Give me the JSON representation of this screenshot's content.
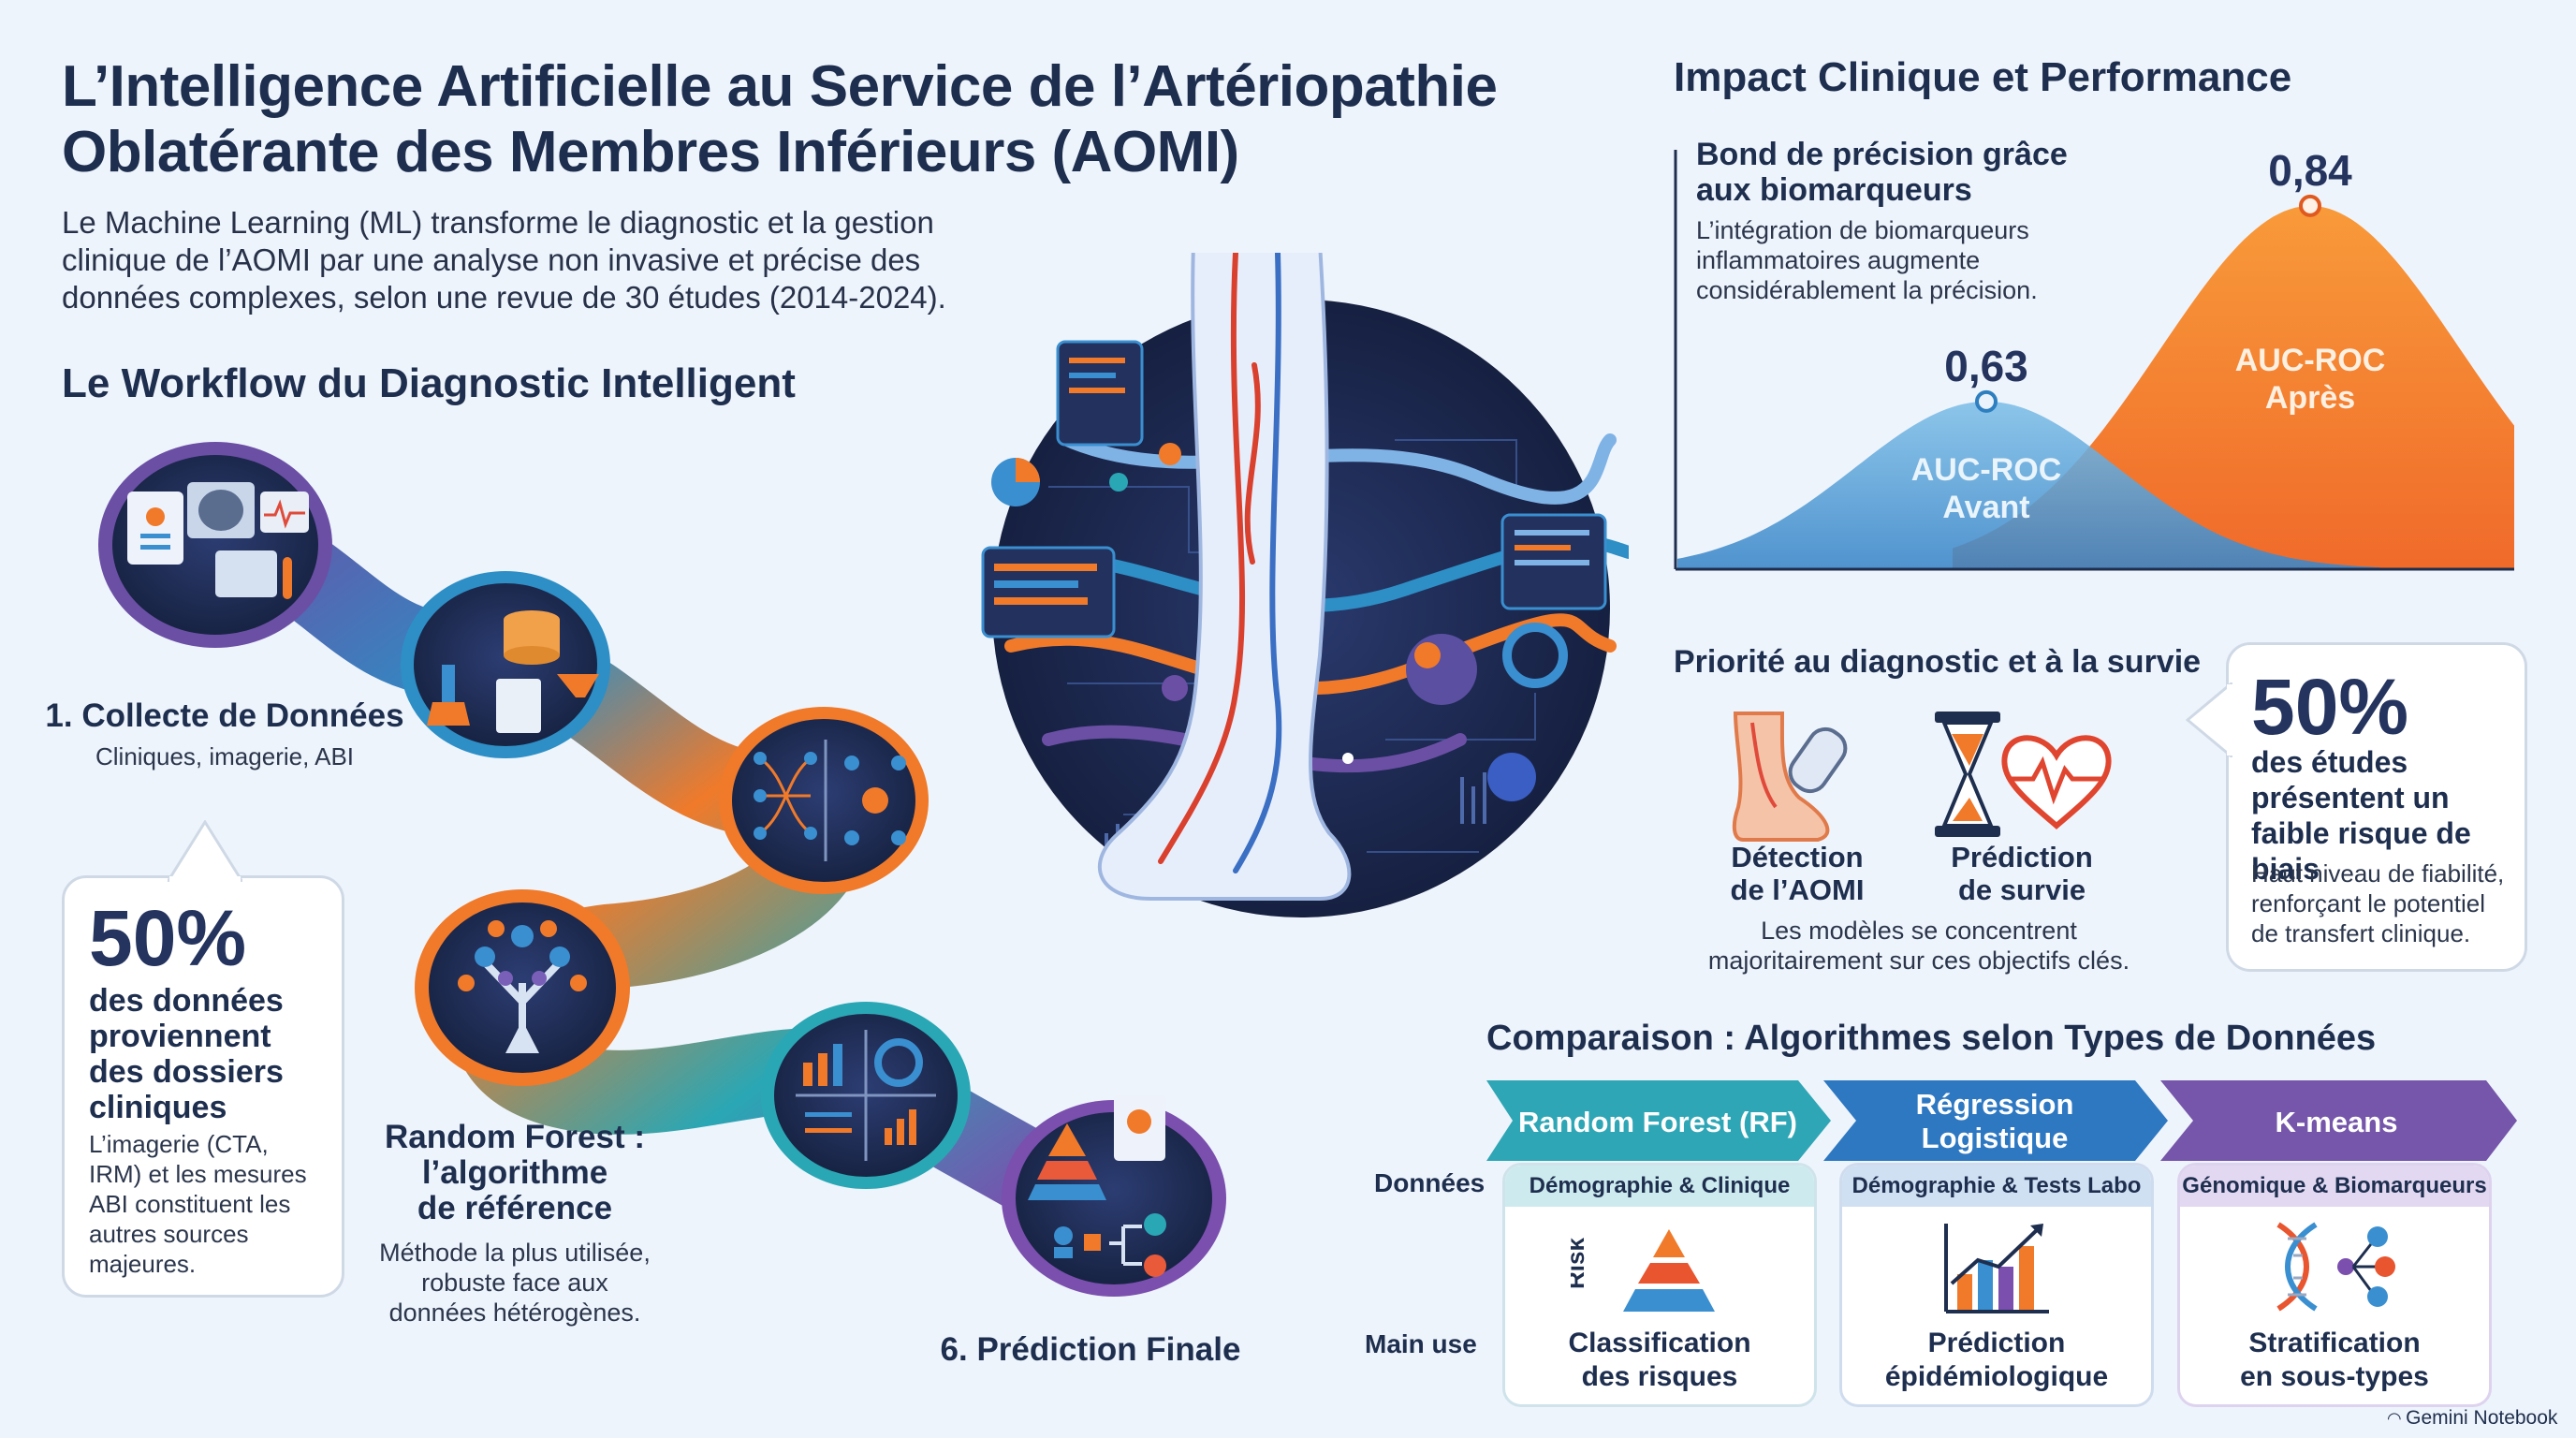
{
  "title": "L’Intelligence Artificielle au Service de l’Artériopathie Oblatérante des Membres Inférieurs (AOMI)",
  "intro": "Le Machine Learning (ML) transforme le diagnostic et la gestion clinique de l’AOMI par une analyse non invasive et précise des données complexes, selon une revue de 30 études (2014-2024).",
  "workflow": {
    "heading": "Le Workflow du Diagnostic Intelligent",
    "step1_title": "1. Collecte de Données",
    "step1_sub": "Cliniques, imagerie, ABI",
    "rf_title_l1": "Random Forest :",
    "rf_title_l2": "l’algorithme",
    "rf_title_l3": "de référence",
    "rf_desc_l1": "Méthode la plus utilisée,",
    "rf_desc_l2": "robuste face aux",
    "rf_desc_l3": "données hétérogènes.",
    "step6_title": "6. Prédiction Finale"
  },
  "stat_data": {
    "value": "50%",
    "l1": "des données",
    "l2": "proviennent",
    "l3": "des dossiers",
    "l4": "cliniques",
    "d1": "L’imagerie (CTA,",
    "d2": "IRM) et les mesures",
    "d3": "ABI constituent les",
    "d4": "autres sources",
    "d5": "majeures."
  },
  "impact": {
    "heading": "Impact Clinique et Performance",
    "bond_title_l1": "Bond de précision grâce",
    "bond_title_l2": "aux biomarqueurs",
    "bond_desc_l1": "L’intégration de biomarqueurs",
    "bond_desc_l2": "inflammatoires augmente",
    "bond_desc_l3": "considérablement la précision.",
    "before_value": "0,63",
    "after_value": "0,84",
    "before_label_l1": "AUC-ROC",
    "before_label_l2": "Avant",
    "after_label_l1": "AUC-ROC",
    "after_label_l2": "Après"
  },
  "chart_data": {
    "type": "area",
    "series": [
      {
        "name": "AUC-ROC Avant",
        "values": [
          0.63
        ]
      },
      {
        "name": "AUC-ROC Après",
        "values": [
          0.84
        ]
      }
    ],
    "title": "",
    "xlabel": "",
    "ylabel": ""
  },
  "priority": {
    "heading": "Priorité au diagnostic et à la survie",
    "det_l1": "Détection",
    "det_l2": "de l’AOMI",
    "pred_l1": "Prédiction",
    "pred_l2": "de survie",
    "note_l1": "Les modèles se concentrent",
    "note_l2": "majoritairement sur ces objectifs clés."
  },
  "stat_bias": {
    "value": "50%",
    "l1": "des études",
    "l2": "présentent un",
    "l3": "faible risque de biais",
    "d1": "Haut niveau de fiabilité,",
    "d2": "renforçant le potentiel",
    "d3": "de transfert clinique."
  },
  "comparison": {
    "heading": "Comparaison : Algorithmes selon Types de Données",
    "row_data": "Données",
    "row_use": "Main use",
    "cols": [
      {
        "name": "Random Forest (RF)",
        "data": "Démographie & Clinique",
        "use_l1": "Classification",
        "use_l2": "des risques"
      },
      {
        "name_l1": "Régression",
        "name_l2": "Logistique",
        "data": "Démographie & Tests Labo",
        "use_l1": "Prédiction",
        "use_l2": "épidémiologique"
      },
      {
        "name": "K-means",
        "data": "Génomique & Biomarqueurs",
        "use_l1": "Stratification",
        "use_l2": "en sous-types"
      }
    ],
    "risk_label": "Risk"
  },
  "footer": "Gemini Notebook",
  "colors": {
    "dark": "#1e2e4e",
    "blue": "#3a8fd0",
    "teal": "#2fa6b5",
    "orange": "#f07a2a",
    "purple": "#6a4fa8"
  }
}
